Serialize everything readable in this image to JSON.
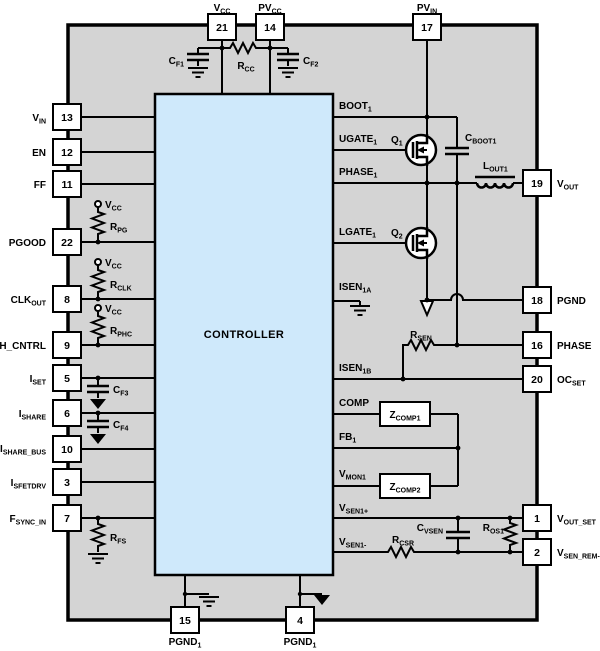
{
  "colors": {
    "board_fill": "#d4d4d4",
    "controller_fill": "#cfe9fb",
    "wire": "#000000",
    "pin_fill": "#ffffff"
  },
  "controller": {
    "label": "CONTROLLER"
  },
  "pins": {
    "vcc": {
      "num": "21",
      "main": "V",
      "sub": "CC"
    },
    "pvcc": {
      "num": "14",
      "main": "PV",
      "sub": "CC"
    },
    "pvin": {
      "num": "17",
      "main": "PV",
      "sub": "IN"
    },
    "vin": {
      "num": "13",
      "main": "V",
      "sub": "IN"
    },
    "en": {
      "num": "12",
      "main": "EN",
      "sub": ""
    },
    "ff": {
      "num": "11",
      "main": "FF",
      "sub": ""
    },
    "pgood": {
      "num": "22",
      "main": "PGOOD",
      "sub": ""
    },
    "clkout": {
      "num": "8",
      "main": "CLK",
      "sub": "OUT"
    },
    "ph_cntrl": {
      "num": "9",
      "main": "PH_CNTRL",
      "sub": ""
    },
    "iset": {
      "num": "5",
      "main": "I",
      "sub": "SET"
    },
    "ishare": {
      "num": "6",
      "main": "I",
      "sub": "SHARE"
    },
    "ishare_bus": {
      "num": "10",
      "main": "I",
      "sub": "SHARE_BUS"
    },
    "isfetdrv": {
      "num": "3",
      "main": "I",
      "sub": "SFETDRV"
    },
    "fsync_in": {
      "num": "7",
      "main": "F",
      "sub": "SYNC_IN"
    },
    "vout": {
      "num": "19",
      "main": "V",
      "sub": "OUT"
    },
    "pgnd": {
      "num": "18",
      "main": "PGND",
      "sub": ""
    },
    "phase": {
      "num": "16",
      "main": "PHASE",
      "sub": ""
    },
    "ocset": {
      "num": "20",
      "main": "OC",
      "sub": "SET"
    },
    "vout_set": {
      "num": "1",
      "main": "V",
      "sub": "OUT_SET"
    },
    "vsen_rem": {
      "num": "2",
      "main": "V",
      "sub": "SEN_REM-"
    },
    "pgnd1_a": {
      "num": "15",
      "main": "PGND",
      "sub": "1"
    },
    "pgnd1_b": {
      "num": "4",
      "main": "PGND",
      "sub": "1"
    }
  },
  "ports": {
    "boot1": {
      "main": "BOOT",
      "sub": "1"
    },
    "ugate1": {
      "main": "UGATE",
      "sub": "1"
    },
    "phase1": {
      "main": "PHASE",
      "sub": "1"
    },
    "lgate1": {
      "main": "LGATE",
      "sub": "1"
    },
    "isen1a": {
      "main": "ISEN",
      "sub": "1A"
    },
    "isen1b": {
      "main": "ISEN",
      "sub": "1B"
    },
    "comp": {
      "main": "COMP",
      "sub": ""
    },
    "fb1": {
      "main": "FB",
      "sub": "1"
    },
    "vmon1": {
      "main": "V",
      "sub": "MON1"
    },
    "vsen1_plus": {
      "main": "V",
      "sub": "SEN1+"
    },
    "vsen1_minus": {
      "main": "V",
      "sub": "SEN1-"
    }
  },
  "components": {
    "rcc": {
      "main": "R",
      "sub": "CC"
    },
    "cf1": {
      "main": "C",
      "sub": "F1"
    },
    "cf2": {
      "main": "C",
      "sub": "F2"
    },
    "cf3": {
      "main": "C",
      "sub": "F3"
    },
    "cf4": {
      "main": "C",
      "sub": "F4"
    },
    "rpg": {
      "main": "R",
      "sub": "PG"
    },
    "rclk": {
      "main": "R",
      "sub": "CLK"
    },
    "rphc": {
      "main": "R",
      "sub": "PHC"
    },
    "rfs": {
      "main": "R",
      "sub": "FS"
    },
    "vcc_rail": {
      "main": "V",
      "sub": "CC"
    },
    "q1": {
      "main": "Q",
      "sub": "1"
    },
    "q2": {
      "main": "Q",
      "sub": "2"
    },
    "cboot1": {
      "main": "C",
      "sub": "BOOT1"
    },
    "lout1": {
      "main": "L",
      "sub": "OUT1"
    },
    "rsen": {
      "main": "R",
      "sub": "SEN"
    },
    "zcomp1": {
      "main": "Z",
      "sub": "COMP1"
    },
    "zcomp2": {
      "main": "Z",
      "sub": "COMP2"
    },
    "cvsen": {
      "main": "C",
      "sub": "VSEN"
    },
    "ros1": {
      "main": "R",
      "sub": "OS1"
    },
    "rcsr": {
      "main": "R",
      "sub": "CSR"
    }
  }
}
